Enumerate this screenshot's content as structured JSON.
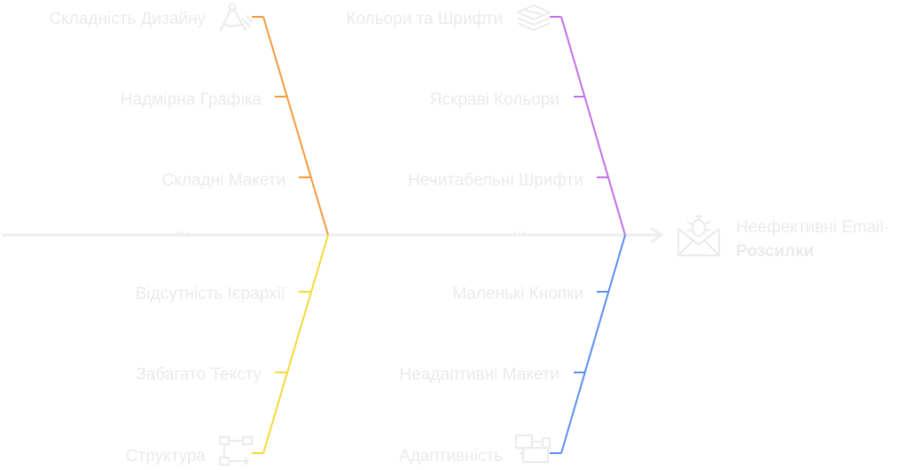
{
  "effect": {
    "line1": "Неефективні Email-",
    "line2": "Розсилки",
    "icon": "envelope-bug-icon"
  },
  "categories": [
    {
      "id": "design",
      "title": "Складність Дизайну",
      "icon": "compass-icon",
      "color": "#f59a3c",
      "causes": [
        "Надмірна Графіка",
        "Складні Макети"
      ]
    },
    {
      "id": "colors",
      "title": "Кольори та Шрифти",
      "icon": "layers-icon",
      "color": "#c470e8",
      "causes": [
        "Яскраві Кольори",
        "Нечитабельні Шрифти"
      ]
    },
    {
      "id": "structure",
      "title": "Структура",
      "icon": "hierarchy-icon",
      "color": "#f5d93a",
      "causes": [
        "Відсутність Ієрархії",
        "Забагато Тексту"
      ]
    },
    {
      "id": "adaptive",
      "title": "Адаптивність",
      "icon": "devices-icon",
      "color": "#5b8ff0",
      "causes": [
        "Маленькі Кнопки",
        "Неадаптивні Макети"
      ]
    }
  ]
}
